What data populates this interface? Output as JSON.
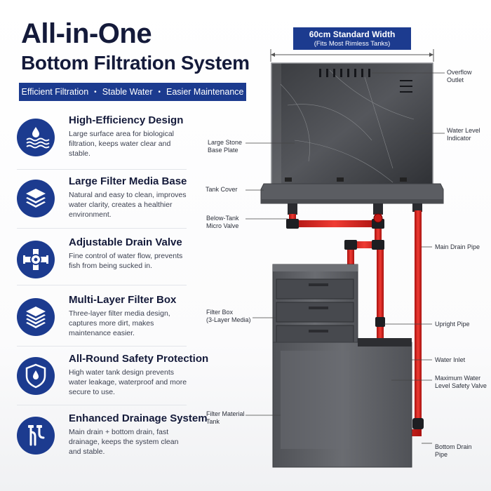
{
  "header": {
    "title_line1": "All-in-One",
    "title_line2": "Bottom Filtration System",
    "banner": [
      "Efficient Filtration",
      "Stable Water",
      "Easier Maintenance"
    ]
  },
  "features": [
    {
      "title": "High-Efficiency Design",
      "desc": "Large surface area for biological filtration, keeps water clear and stable.",
      "icon": "water-drop-waves-icon"
    },
    {
      "title": "Large Filter Media Base",
      "desc": "Natural and easy to clean, improves water clarity, creates a healthier environment.",
      "icon": "layers-icon"
    },
    {
      "title": "Adjustable Drain Valve",
      "desc": "Fine control of water flow, prevents fish from being sucked in.",
      "icon": "valve-icon"
    },
    {
      "title": "Multi-Layer Filter Box",
      "desc": "Three-layer filter media design, captures more dirt, makes maintenance easier.",
      "icon": "stacked-layers-icon"
    },
    {
      "title": "All-Round Safety Protection",
      "desc": "High water tank design prevents water leakage, waterproof and more secure to use.",
      "icon": "shield-drop-icon"
    },
    {
      "title": "Enhanced Drainage System",
      "desc": "Main drain + bottom drain, fast drainage, keeps the system clean and stable.",
      "icon": "pipe-icon"
    }
  ],
  "diagram": {
    "width_title": "60cm Standard Width",
    "width_sub": "(Fits Most Rimless Tanks)",
    "labels": {
      "overflow_outlet": [
        "Overflow",
        "Outlet"
      ],
      "water_level_indicator": [
        "Water Level",
        "Indicator"
      ],
      "large_stone_base": [
        "Large Stone",
        "Base Plate"
      ],
      "tank_cover": "Tank Cover",
      "below_tank_valve": [
        "Below-Tank",
        "Micro Valve"
      ],
      "main_drain_pipe": "Main Drain Pipe",
      "filter_box": [
        "Filter Box",
        "(3-Layer Media)"
      ],
      "upright_pipe": "Upright Pipe",
      "water_inlet": "Water Inlet",
      "max_water_level_valve": [
        "Maximum Water",
        "Level Safety Valve"
      ],
      "filter_material_tank": [
        "Filter Material",
        "Tank"
      ],
      "bottom_drain_pipe": [
        "Bottom Drain",
        "Pipe"
      ]
    }
  },
  "colors": {
    "navy": "#1c3b8f",
    "pipe_red": "#d8201e",
    "tank_gray": "#5d5f64"
  }
}
